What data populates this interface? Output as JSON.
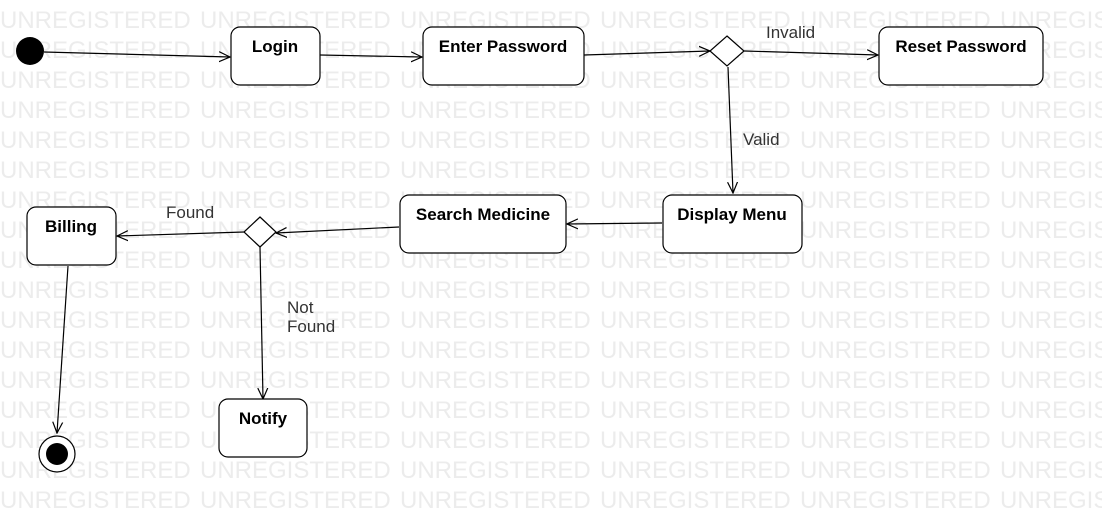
{
  "watermark_text": "UNREGISTERED",
  "nodes": {
    "login": "Login",
    "enter_password": "Enter Password",
    "reset_password": "Reset Password",
    "display_menu": "Display Menu",
    "search_medicine": "Search Medicine",
    "billing": "Billing",
    "notify": "Notify"
  },
  "edge_labels": {
    "invalid": "Invalid",
    "valid": "Valid",
    "found": "Found",
    "not_found_line1": "Not",
    "not_found_line2": "Found"
  },
  "colors": {
    "stroke": "#000000",
    "watermark": "#ececec",
    "label": "#333333"
  }
}
